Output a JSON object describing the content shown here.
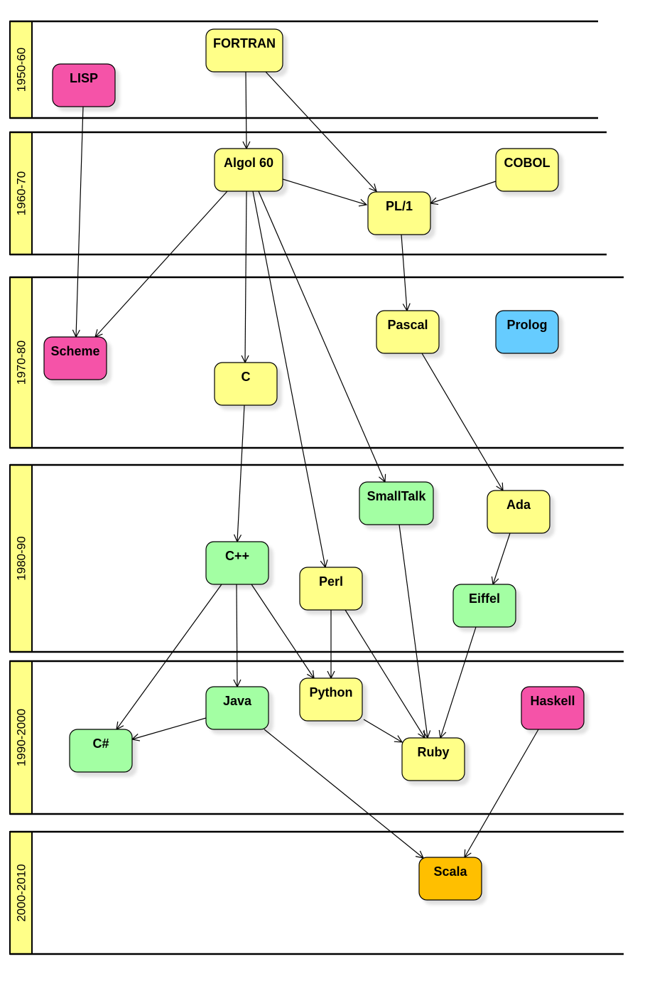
{
  "colors": {
    "band_label_fill": "#ffff88",
    "yellow": "#ffff88",
    "green": "#a3ffa3",
    "pink": "#f552a8",
    "blue": "#66ccff",
    "orange": "#ffbf00"
  },
  "eras": [
    {
      "id": "era-1950",
      "label": "1950-60"
    },
    {
      "id": "era-1960",
      "label": "1960-70"
    },
    {
      "id": "era-1970",
      "label": "1970-80"
    },
    {
      "id": "era-1980",
      "label": "1980-90"
    },
    {
      "id": "era-1990",
      "label": "1990-2000"
    },
    {
      "id": "era-2000",
      "label": "2000-2010"
    }
  ],
  "nodes": [
    {
      "id": "fortran",
      "label": "FORTRAN",
      "color": "yellow"
    },
    {
      "id": "lisp",
      "label": "LISP",
      "color": "pink"
    },
    {
      "id": "algol60",
      "label": "Algol 60",
      "color": "yellow"
    },
    {
      "id": "cobol",
      "label": "COBOL",
      "color": "yellow"
    },
    {
      "id": "pl1",
      "label": "PL/1",
      "color": "yellow"
    },
    {
      "id": "pascal",
      "label": "Pascal",
      "color": "yellow"
    },
    {
      "id": "prolog",
      "label": "Prolog",
      "color": "blue"
    },
    {
      "id": "scheme",
      "label": "Scheme",
      "color": "pink"
    },
    {
      "id": "c",
      "label": "C",
      "color": "yellow"
    },
    {
      "id": "smalltalk",
      "label": "SmallTalk",
      "color": "green"
    },
    {
      "id": "ada",
      "label": "Ada",
      "color": "yellow"
    },
    {
      "id": "cpp",
      "label": "C++",
      "color": "green"
    },
    {
      "id": "perl",
      "label": "Perl",
      "color": "yellow"
    },
    {
      "id": "eiffel",
      "label": "Eiffel",
      "color": "green"
    },
    {
      "id": "java",
      "label": "Java",
      "color": "green"
    },
    {
      "id": "python",
      "label": "Python",
      "color": "yellow"
    },
    {
      "id": "haskell",
      "label": "Haskell",
      "color": "pink"
    },
    {
      "id": "csharp",
      "label": "C#",
      "color": "green"
    },
    {
      "id": "ruby",
      "label": "Ruby",
      "color": "yellow"
    },
    {
      "id": "scala",
      "label": "Scala",
      "color": "orange"
    }
  ],
  "edges": [
    {
      "from": "fortran",
      "to": "algol60"
    },
    {
      "from": "fortran",
      "to": "pl1"
    },
    {
      "from": "lisp",
      "to": "scheme"
    },
    {
      "from": "algol60",
      "to": "pl1"
    },
    {
      "from": "cobol",
      "to": "pl1"
    },
    {
      "from": "algol60",
      "to": "scheme"
    },
    {
      "from": "algol60",
      "to": "c"
    },
    {
      "from": "algol60",
      "to": "perl"
    },
    {
      "from": "algol60",
      "to": "smalltalk"
    },
    {
      "from": "pl1",
      "to": "pascal"
    },
    {
      "from": "pascal",
      "to": "ada"
    },
    {
      "from": "c",
      "to": "cpp"
    },
    {
      "from": "ada",
      "to": "eiffel"
    },
    {
      "from": "cpp",
      "to": "csharp"
    },
    {
      "from": "cpp",
      "to": "java"
    },
    {
      "from": "cpp",
      "to": "python"
    },
    {
      "from": "perl",
      "to": "python"
    },
    {
      "from": "perl",
      "to": "ruby"
    },
    {
      "from": "smalltalk",
      "to": "ruby"
    },
    {
      "from": "eiffel",
      "to": "ruby"
    },
    {
      "from": "java",
      "to": "csharp"
    },
    {
      "from": "python",
      "to": "ruby"
    },
    {
      "from": "java",
      "to": "scala"
    },
    {
      "from": "haskell",
      "to": "scala"
    }
  ]
}
